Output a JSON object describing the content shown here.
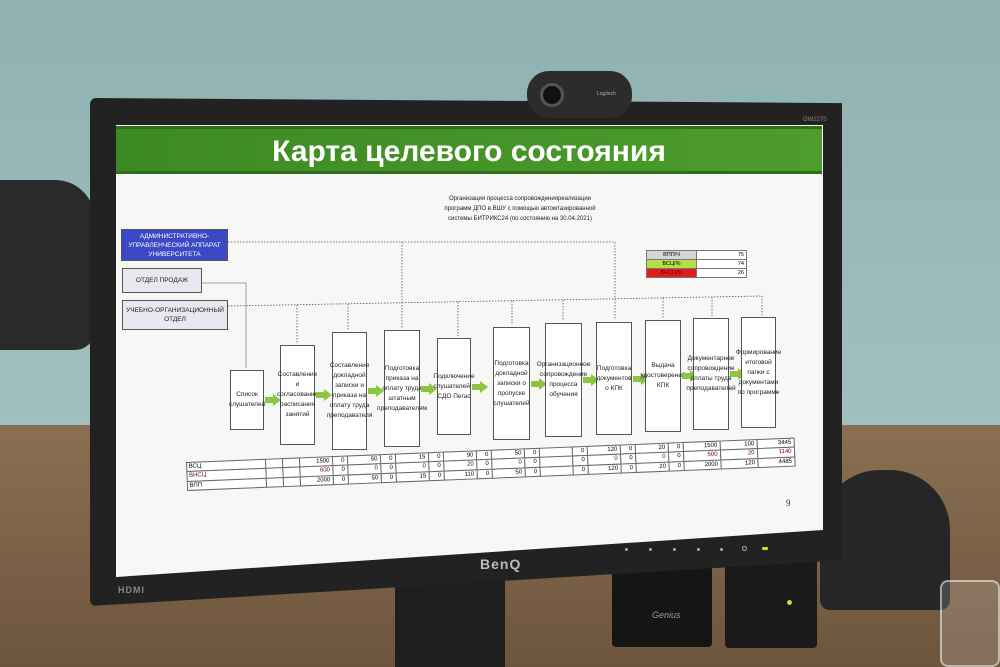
{
  "slide": {
    "title": "Карта целевого состояния",
    "subtitle": [
      "Организация процесса сопровожденияреализации",
      "программ ДПО в ВШУ с помощью автомтазированной",
      "системы БИТРИКС24 (по состоянию на 30.04.2021)"
    ],
    "departments": [
      "АДМИНИСТРАТИВНО-УПРАВЛЕНЧЕСКИЙ АППАРАТ УНИВЕРСИТЕТА",
      "ОТДЕЛ ПРОДАЖ",
      "УЧЕБНО-ОРГАНИЗАЦИОННЫЙ ОТДЕЛ"
    ],
    "steps": [
      "Список слушателей",
      "Составление и согласование расписания занятий",
      "Составление докладной записки и приказа на оплату труда преподавателя",
      "Подготовка приказа на оплату труда штатным преподавателям",
      "Подключение слушателей к СДО Пегас",
      "Подготовка докладной записки о пропуске слушателей",
      "Организационное сопровождение процесса обучения",
      "Подготовка документов о КПК",
      "Выдача удостоверений КПК",
      "Документарное сопровождение оплаты труда преподавателей",
      "Формирование итоговой папки с документами по программе"
    ],
    "legend": [
      {
        "label": "ВПП/Ч",
        "value": "75"
      },
      {
        "label": "ВСЦ/%",
        "value": "74"
      },
      {
        "label": "ВНСЦ/%",
        "value": "26"
      }
    ],
    "table": {
      "row_labels": [
        "ВСЦ",
        "ВНСЦ",
        "ВПП"
      ],
      "groups": [
        {
          "values": [
            "1500",
            "600",
            "2000"
          ],
          "zeros": [
            "0",
            "0",
            "0"
          ]
        },
        {
          "values": [
            "50",
            "0",
            "50"
          ],
          "zeros": [
            "0",
            "0",
            "0"
          ]
        },
        {
          "values": [
            "15",
            "0",
            "15"
          ],
          "zeros": [
            "0",
            "0",
            "0"
          ]
        },
        {
          "values": [
            "90",
            "20",
            "110"
          ],
          "zeros": [
            "0",
            "0",
            "0"
          ]
        },
        {
          "values": [
            "50",
            "0",
            "50"
          ],
          "zeros": [
            "0",
            "0",
            "0"
          ]
        },
        {
          "values": [
            "",
            "",
            ""
          ],
          "zeros": [
            "0",
            "0",
            "0"
          ]
        },
        {
          "values": [
            "120",
            "0",
            "120"
          ],
          "zeros": [
            "0",
            "0",
            "0"
          ]
        },
        {
          "values": [
            "20",
            "0",
            "20"
          ],
          "zeros": [
            "0",
            "0",
            "0"
          ]
        },
        {
          "values": [
            "1500",
            "500",
            "2000"
          ],
          "zeros": []
        },
        {
          "values": [
            "100",
            "20",
            "120"
          ],
          "zeros": []
        },
        {
          "values": [
            "3445",
            "1140",
            "4485"
          ],
          "zeros": []
        }
      ]
    },
    "page_number": "9"
  },
  "monitor": {
    "brand": "BenQ",
    "model": "GW2270",
    "port_label": "HDMI"
  },
  "webcam": {
    "brand": "Logitech"
  },
  "speaker": {
    "brand": "Genius"
  },
  "colors": {
    "title_green": "#4d9c2c",
    "good": "#b5dd4c",
    "bad": "#e21b1b",
    "neutral": "#d8d6d4",
    "dept_blue": "#3b49c4"
  }
}
